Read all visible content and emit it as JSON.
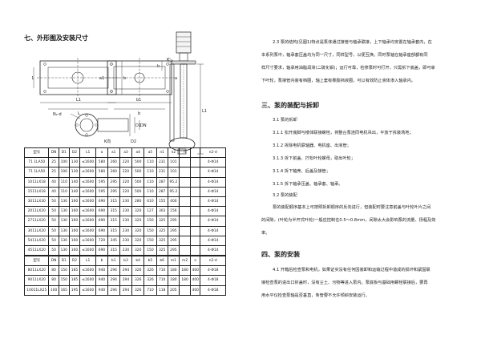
{
  "left": {
    "section_title": "七、外形图及安装尺寸",
    "fig_labels": {
      "l_left": "L",
      "l1_left": "L1",
      "b_left": "b",
      "b1_left": "b1",
      "a_left": "a",
      "a1_left": "a1",
      "l_right": "L",
      "l1_right": "L1",
      "b1_right": "b1",
      "b_right": "b",
      "a_right": "a",
      "a1_right": "a1",
      "k": "K",
      "n2d": "N₂-d",
      "d1": "D1",
      "d2": "D2",
      "dn": "DN",
      "k_view": "K向",
      "l1_pump": "L1",
      "h": "h"
    },
    "table1": {
      "headers": [
        "型号",
        "DN",
        "D1",
        "D2",
        "L1",
        "a",
        "a1",
        "a3",
        "a4",
        "a5",
        "n1",
        "n2",
        "n",
        "",
        "n2-d"
      ],
      "rows": [
        [
          "71 1LA50",
          "25",
          "100",
          "130",
          "≤1600",
          "580",
          "260",
          "220",
          "500",
          "110",
          "231",
          "101",
          "",
          "",
          "4-Φ14"
        ],
        [
          "71 1LA50",
          "25",
          "100",
          "130",
          "≤1600",
          "580",
          "260",
          "220",
          "500",
          "110",
          "231",
          "101",
          "",
          "",
          "4-Φ14"
        ],
        [
          "1011LX18",
          "40",
          "110",
          "140",
          "≤1600",
          "595",
          "295",
          "220",
          "500",
          "110",
          "287",
          "95.2",
          "",
          "",
          "4-Φ14"
        ],
        [
          "1511LX18",
          "40",
          "110",
          "140",
          "≤1600",
          "595",
          "295",
          "220",
          "500",
          "110",
          "287",
          "95.2",
          "",
          "",
          "4-Φ14"
        ],
        [
          "3011LX30",
          "50",
          "130",
          "160",
          "≤1600",
          "690",
          "315",
          "230",
          "280",
          "610",
          "155",
          "400",
          "",
          "",
          "4-Φ14"
        ],
        [
          "2011LX20",
          "50",
          "130",
          "160",
          "≤1600",
          "690",
          "315",
          "230",
          "320",
          "127",
          "303",
          "156",
          "",
          "",
          "4-Φ14"
        ],
        [
          "2711LX20",
          "50",
          "130",
          "160",
          "≤1600",
          "690",
          "315",
          "230",
          "320",
          "150",
          "325",
          "295",
          "",
          "",
          "4-Φ14"
        ],
        [
          "3011LX20",
          "50",
          "130",
          "160",
          "≤1600",
          "690",
          "315",
          "230",
          "320",
          "150",
          "325",
          "295",
          "",
          "",
          "4-Φ14"
        ],
        [
          "5411LX20",
          "50",
          "130",
          "160",
          "≤1600",
          "720",
          "345",
          "230",
          "320",
          "150",
          "325",
          "295",
          "",
          "",
          "4-Φ14"
        ],
        [
          "4511LX20",
          "50",
          "130",
          "160",
          "≤1600",
          "690",
          "315",
          "230",
          "320",
          "150",
          "325",
          "295",
          "",
          "",
          "4-Φ14"
        ]
      ]
    },
    "table2": {
      "headers": [
        "型号",
        "DN",
        "D1",
        "D2",
        "L1",
        "b",
        "b1",
        "b3",
        "b4",
        "b5",
        "b6",
        "m1",
        "m2",
        "n",
        "n2-d"
      ],
      "rows": [
        [
          "8011LX20",
          "80",
          "150",
          "185",
          "≤1600",
          "940",
          "294",
          "294",
          "326",
          "326",
          "710",
          "180",
          "180",
          "400",
          "4-Φ18"
        ],
        [
          "9011LX20",
          "80",
          "150",
          "185",
          "≤1600",
          "940",
          "294",
          "294",
          "326",
          "326",
          "710",
          "180",
          "180",
          "400",
          "4-Φ18"
        ],
        [
          "10011LX25",
          "100",
          "165",
          "195",
          "≤1600",
          "940",
          "294",
          "294",
          "326",
          "710",
          "118",
          "205",
          "",
          "400",
          "4-Φ18"
        ]
      ]
    }
  },
  "right": {
    "intro": [
      "2.3 泵的结构(见图1)特点是泵体通过接管与轴承联接，上下轴承均安置在轴承套内，在",
      "本系列泵中，轴承套压盖均为同一尺寸，同样型号，以便互换。同时泵轴在轴承座部都有同",
      "样尺寸要求，轴承用油脂润滑(二硫化钼)；运行可靠，检修泵时可打开，只需拆下底盖，即可拿",
      "下叶轮，泵接管内装有档圈，轴上套有橡胶挡液圈，可以有效防止液体渗入轴承内。"
    ],
    "section3_title": "三、泵的装配与拆卸",
    "s3_1": "3.1 泵的拆卸",
    "s3_1_items": [
      "3.1.1 松开底脚与楼体联接螺栓，将整台泵连同电机吊出，平放于拆装场地；",
      "3.1.2 拆除电机联轴器、电机座、出液管；",
      "3.1.3 拆下前盖、拧松叶轮螺母，取出叶轮；",
      "3.1.4 拆下轴壳、后盖及接管；",
      "3.1.5 拆下轴承压盖、轴承套、轴承。"
    ],
    "s3_2": "3.2 泵的装配",
    "s3_2_text": [
      "泵的装配顺序基本上可按照拆卸顺序的反向进行，但装配时要注意前盖与叶轮叶片之间",
      "的间隙，(叶轮为半开式叶轮)一般应控制在0.5～0.8mm，间隙太大会影响泵的流量、扬程及效",
      "率。"
    ],
    "section4_title": "四、泵的安装",
    "s4_text": [
      "4.1 开箱后检查泵和电机，如果证实没有任何因装卸和运输过程中造成的损坏和紧固联",
      "接检查泵的进出口封盖时，没有尘土、污物等进入泵内。泵底板与基础用螺栓联接后，要再",
      "用水平仪检查泵轴是否垂直，条管要不允许倾斜安装运行。"
    ]
  }
}
